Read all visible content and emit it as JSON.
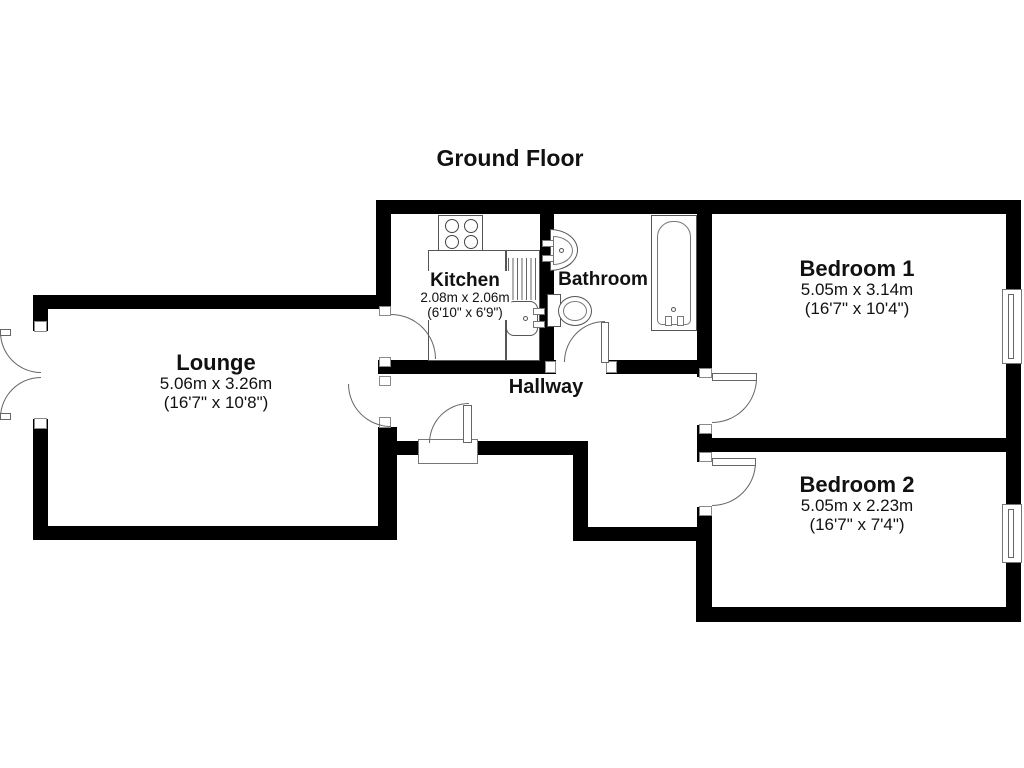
{
  "title": "Ground Floor",
  "colors": {
    "wall": "#000000",
    "line": "#555555",
    "bg": "#ffffff"
  },
  "rooms": {
    "lounge": {
      "name": "Lounge",
      "metric": "5.06m x 3.26m",
      "imperial": "(16'7\" x 10'8\")"
    },
    "kitchen": {
      "name": "Kitchen",
      "metric": "2.08m x 2.06m",
      "imperial": "(6'10\" x 6'9\")"
    },
    "bathroom": {
      "name": "Bathroom"
    },
    "hallway": {
      "name": "Hallway"
    },
    "bedroom1": {
      "name": "Bedroom 1",
      "metric": "5.05m x 3.14m",
      "imperial": "(16'7\" x 10'4\")"
    },
    "bedroom2": {
      "name": "Bedroom 2",
      "metric": "5.05m x 2.23m",
      "imperial": "(16'7\" x 7'4\")"
    }
  },
  "fixtures": {
    "kitchen": [
      "stove-icon",
      "counter",
      "drainer-icon",
      "sink-icon"
    ],
    "bathroom": [
      "basin-icon",
      "toilet-icon",
      "bathtub-icon"
    ],
    "windows": [
      "bedroom1-window",
      "bedroom2-window"
    ],
    "doors": [
      "french-doors",
      "kitchen-door",
      "lounge-door",
      "bathroom-door",
      "entrance-door",
      "bedroom1-door",
      "bedroom2-door"
    ]
  }
}
